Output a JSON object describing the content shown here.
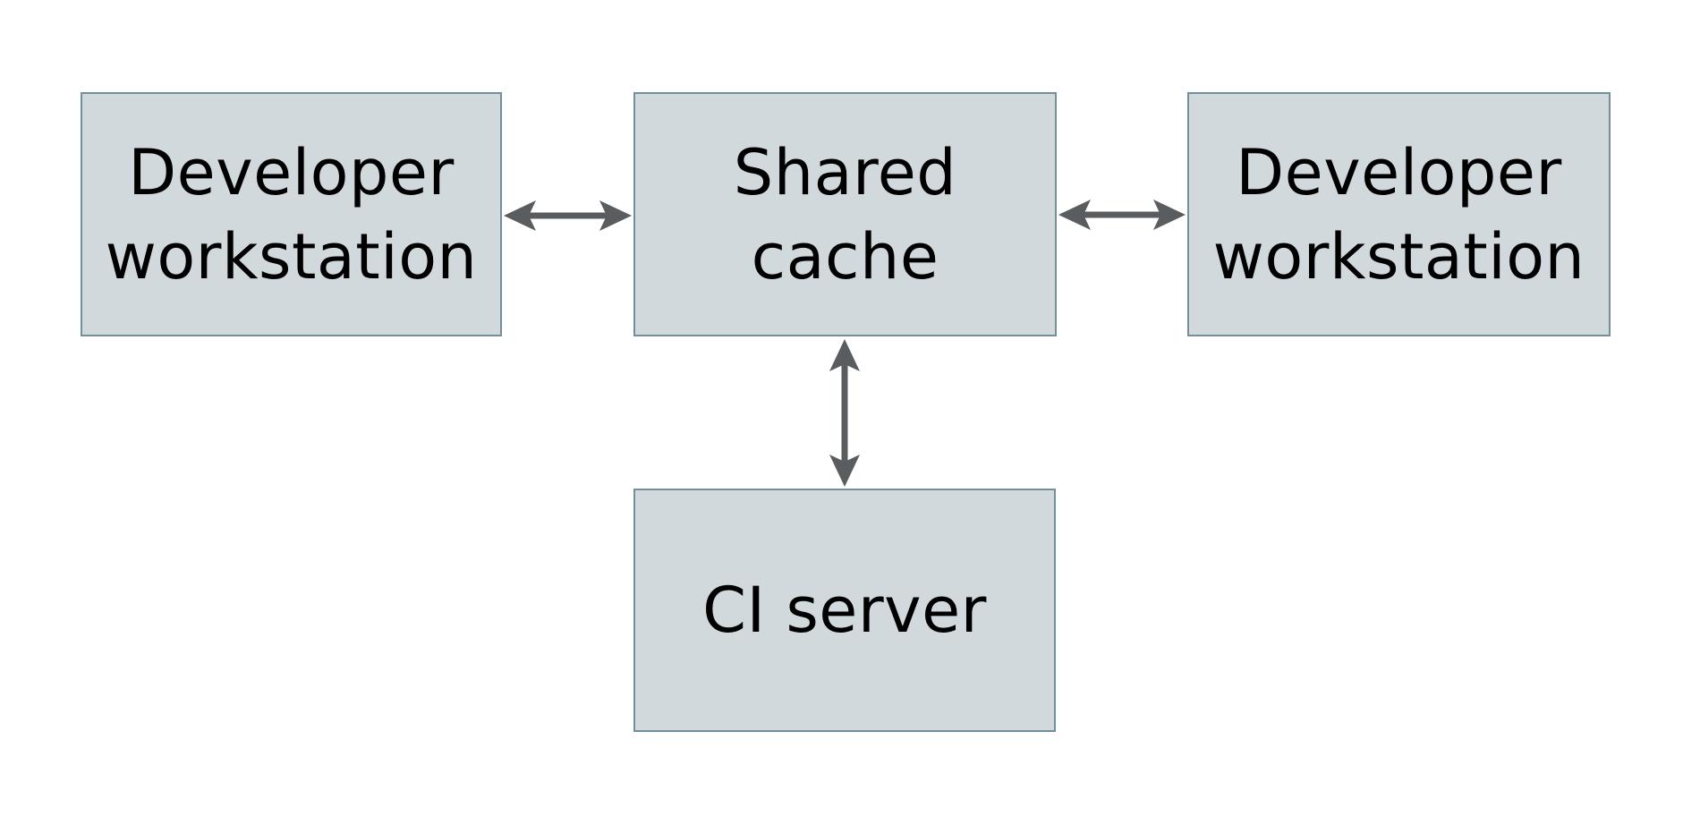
{
  "diagram": {
    "type": "architecture-diagram",
    "background_color": "#ffffff",
    "node_fill_color": "#d2d9dc",
    "node_border_color": "#71909c",
    "arrow_color": "#595d5f",
    "text_color": "#000000",
    "nodes": {
      "dev_left": {
        "label": "Developer workstation",
        "lines": [
          "Developer",
          "workstation"
        ]
      },
      "shared_cache": {
        "label": "Shared cache",
        "lines": [
          "Shared",
          "cache"
        ]
      },
      "dev_right": {
        "label": "Developer workstation",
        "lines": [
          "Developer",
          "workstation"
        ]
      },
      "ci_server": {
        "label": "CI server",
        "lines": [
          "CI server"
        ]
      }
    },
    "edges": [
      {
        "from": "Developer workstation (left)",
        "to": "Shared cache",
        "direction": "bidirectional"
      },
      {
        "from": "Shared cache",
        "to": "Developer workstation (right)",
        "direction": "bidirectional"
      },
      {
        "from": "Shared cache",
        "to": "CI server",
        "direction": "bidirectional"
      }
    ]
  }
}
